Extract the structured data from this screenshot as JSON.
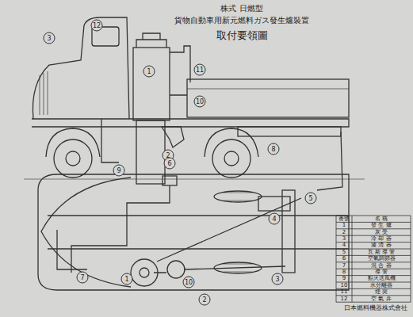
{
  "diagram": {
    "title": "取付要領圖",
    "labels": [
      "株式 日燃型",
      "貨物自動車用新元燃料ガス發生爐裝置",
      "3",
      "12",
      "11",
      "1",
      "10",
      "2",
      "9",
      "8",
      "5",
      "6",
      "4",
      "7",
      "1",
      "10",
      "2",
      "3",
      "番號",
      "名 稱",
      "1",
      "發 生 爐",
      "2",
      "灰 受",
      "3",
      "冷 却 器",
      "4",
      "濾 清 器",
      "5",
      "瓦 斯 導 管",
      "6",
      "空氣調節器",
      "7",
      "混 合 器",
      "8",
      "導 管",
      "9",
      "點火送風機",
      "10",
      "水分離器",
      "11",
      "煙 突",
      "12",
      "空 氣 弁",
      "日本燃料機器株式會社"
    ]
  }
}
